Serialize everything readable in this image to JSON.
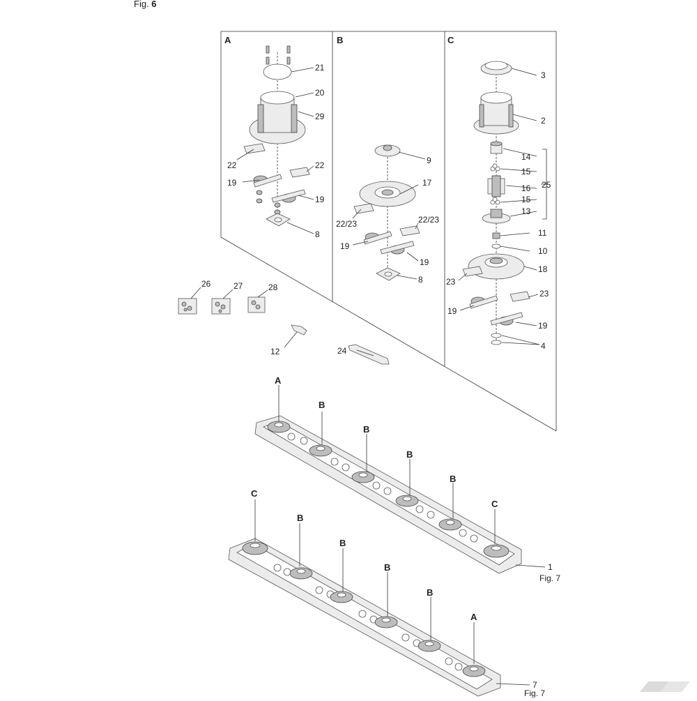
{
  "figure": {
    "prefix": "Fig.",
    "number": "6"
  },
  "sections": {
    "a": "A",
    "b": "B",
    "c": "C"
  },
  "callouts": {
    "a": [
      "21",
      "20",
      "29",
      "22",
      "22",
      "19",
      "19",
      "8"
    ],
    "b": [
      "9",
      "17",
      "22/23",
      "22/23",
      "19",
      "19",
      "8"
    ],
    "c": [
      "3",
      "2",
      "14",
      "15",
      "16",
      "15",
      "13",
      "25",
      "11",
      "10",
      "18",
      "23",
      "23",
      "19",
      "19",
      "4"
    ],
    "loose": [
      "26",
      "27",
      "28",
      "12",
      "24"
    ]
  },
  "bar_top": {
    "stations": [
      "A",
      "B",
      "B",
      "B",
      "B",
      "C"
    ],
    "item": "1",
    "ref": "Fig. 7"
  },
  "bar_bottom": {
    "stations": [
      "C",
      "B",
      "B",
      "B",
      "B",
      "A"
    ],
    "item": "7",
    "ref": "Fig. 7"
  },
  "logo": {
    "name": "kramp-logo"
  }
}
